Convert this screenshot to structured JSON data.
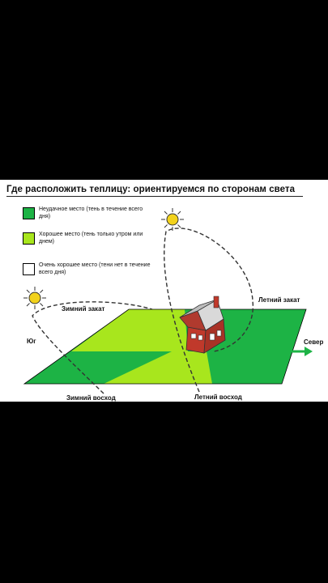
{
  "title": "Где расположить теплицу: ориентируемся по сторонам света",
  "legend": [
    {
      "color": "#1db345",
      "text": "Неудачное место (тень в течение всего дня)"
    },
    {
      "color": "#a8e61d",
      "text": "Хорошее место (тень только утром или днем)"
    },
    {
      "color": "#ffffff",
      "text": "Очень хорошее место (тени нет в течение всего дня)"
    }
  ],
  "labels": {
    "winter_sunset": "Зимний закат",
    "summer_sunset": "Летний закат",
    "south": "Юг",
    "north": "Север",
    "winter_sunrise": "Зимний восход",
    "summer_sunrise": "Летний восход"
  },
  "colors": {
    "dark_green": "#1db345",
    "light_green": "#a8e61d",
    "sun": "#f2d21c",
    "brick": "#c0392b"
  },
  "icons": [
    "sun-icon",
    "house-icon",
    "arrow-right-icon"
  ]
}
